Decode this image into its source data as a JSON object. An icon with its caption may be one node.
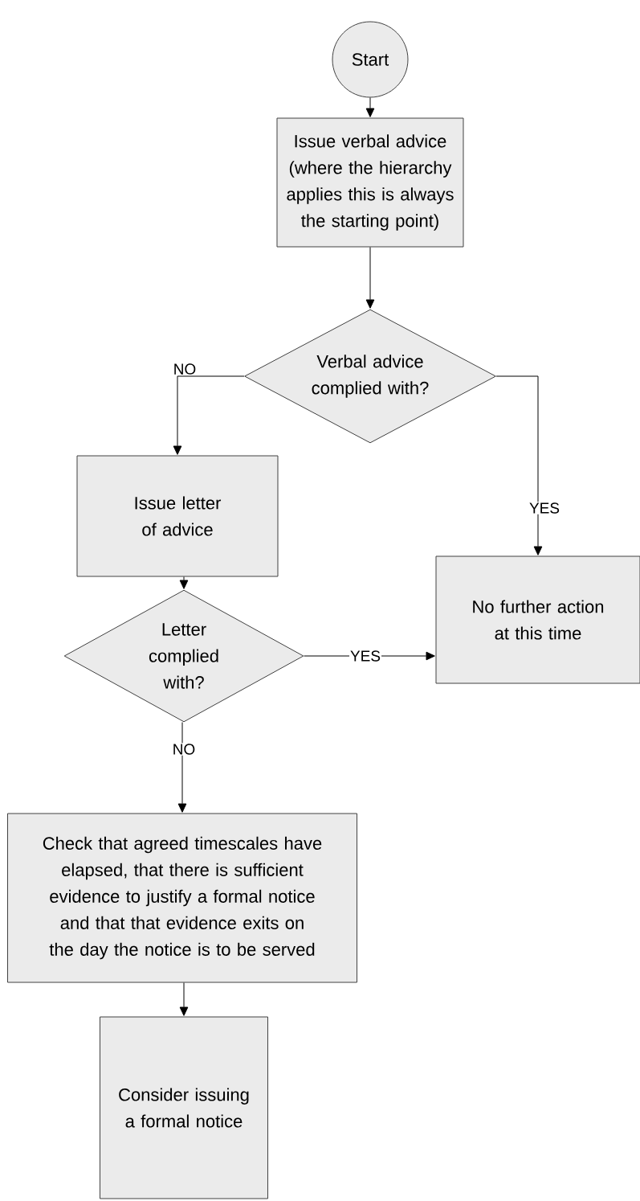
{
  "diagram": {
    "nodes": [
      {
        "text": [
          "Start"
        ]
      },
      {
        "text": [
          "Issue verbal advice (where the hierarchy applies this is always the starting point)"
        ]
      },
      {
        "text": [
          "Verbal advice complied with?"
        ]
      },
      {
        "text": [
          "Issue letter of advice"
        ]
      },
      {
        "text": [
          "Letter complied with?"
        ]
      },
      {
        "text": [
          "No further action at this time"
        ]
      },
      {
        "text": [
          "Check that agreed timescales have elapsed, that there is sufficient evidence to justify a formal notice and that that evidence exits on the day the notice is to be served"
        ]
      },
      {
        "text": [
          "Consider issuing a formal notice"
        ]
      }
    ],
    "edges": [
      {
        "from": 0,
        "to": 1,
        "arrow": "to"
      },
      {
        "from": 1,
        "to": 2,
        "arrow": "to"
      },
      {
        "from": 2,
        "to": 3,
        "arrow": "to",
        "label": "NO"
      },
      {
        "from": 2,
        "to": 5,
        "arrow": "to",
        "label": "YES"
      },
      {
        "from": 3,
        "to": 4,
        "arrow": "to"
      },
      {
        "from": 4,
        "to": 5,
        "arrow": "to",
        "label": "YES"
      },
      {
        "from": 4,
        "to": 6,
        "arrow": "to",
        "label": "NO"
      },
      {
        "from": 6,
        "to": 7,
        "arrow": "to"
      }
    ]
  }
}
